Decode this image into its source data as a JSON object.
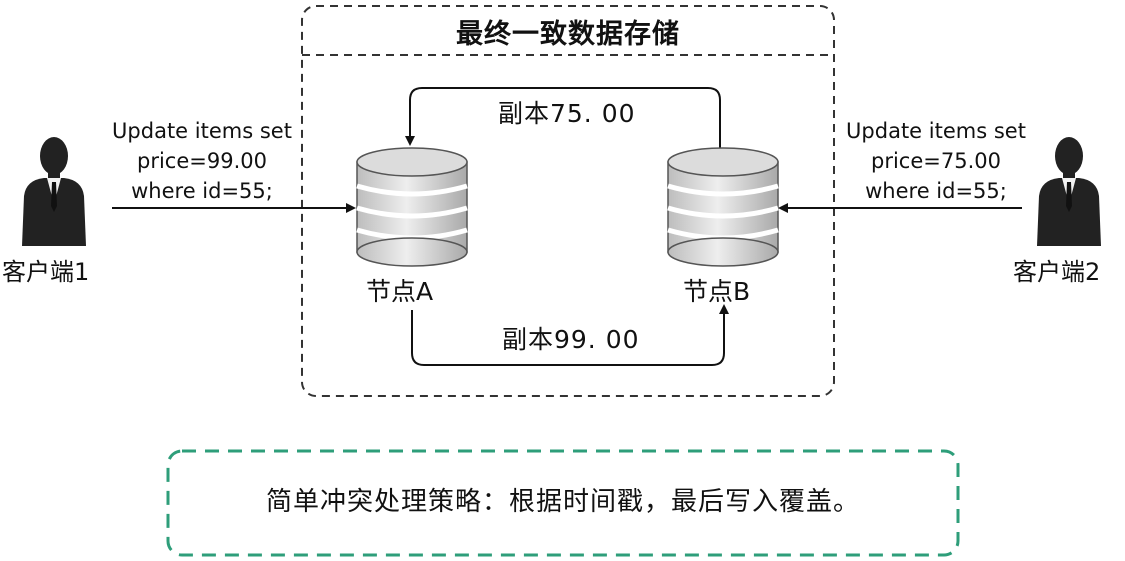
{
  "storage": {
    "title": "最终一致数据存储"
  },
  "clients": [
    {
      "label": "客户端1",
      "query": [
        "Update items set",
        "price=99.00",
        "where id=55;"
      ]
    },
    {
      "label": "客户端2",
      "query": [
        "Update items set",
        "price=75.00",
        "where id=55;"
      ]
    }
  ],
  "nodes": [
    {
      "label": "节点A"
    },
    {
      "label": "节点B"
    }
  ],
  "replication": {
    "top_label": "副本75. 00",
    "bottom_label": "副本99. 00"
  },
  "note": "简单冲突处理策略：根据时间戳，最后写入覆盖。",
  "colors": {
    "note_border": "#2e9e7a",
    "box_border": "#333333",
    "person": "#222222",
    "disk_light": "#e2e2e2",
    "disk_mid": "#bdbdbd"
  },
  "icons": {
    "client": "person-icon",
    "node": "database-icon"
  }
}
